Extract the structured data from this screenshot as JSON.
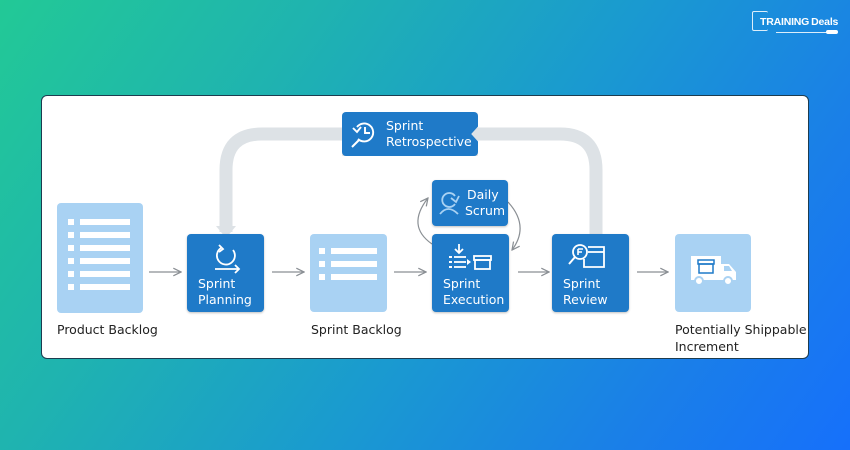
{
  "brand": {
    "logo_text_main": "TRAINING",
    "logo_text_accent": "Deals"
  },
  "colors": {
    "background_start": "#22c996",
    "background_end": "#1670fb",
    "node_dark": "#1f7ac8",
    "node_light": "#a9d2f3",
    "loop_track": "#dde2e6",
    "arrow": "#8a8f94"
  },
  "diagram": {
    "title": "Scrum Framework Flow",
    "nodes": {
      "product_backlog": {
        "label": "Product Backlog",
        "icon": "list-icon"
      },
      "sprint_planning": {
        "line1": "Sprint",
        "line2": "Planning",
        "icon": "cycle-arrow-icon"
      },
      "sprint_backlog": {
        "label": "Sprint Backlog",
        "icon": "list-icon"
      },
      "sprint_execution": {
        "line1": "Sprint",
        "line2": "Execution",
        "icon": "list-to-box-icon"
      },
      "daily_scrum": {
        "line1": "Daily",
        "line2": "Scrum",
        "icon": "person-refresh-icon"
      },
      "sprint_review": {
        "line1": "Sprint",
        "line2": "Review",
        "icon": "magnifier-box-icon"
      },
      "sprint_retrospective": {
        "line1": "Sprint",
        "line2": "Retrospective",
        "icon": "history-search-icon"
      },
      "increment": {
        "line1": "Potentially Shippable",
        "line2": "Increment",
        "icon": "delivery-truck-icon"
      }
    },
    "edges": [
      {
        "from": "Product Backlog",
        "to": "Sprint Planning"
      },
      {
        "from": "Sprint Planning",
        "to": "Sprint Backlog"
      },
      {
        "from": "Sprint Backlog",
        "to": "Sprint Execution"
      },
      {
        "from": "Sprint Execution",
        "to": "Daily Scrum"
      },
      {
        "from": "Daily Scrum",
        "to": "Sprint Execution"
      },
      {
        "from": "Sprint Execution",
        "to": "Sprint Review"
      },
      {
        "from": "Sprint Review",
        "to": "Sprint Retrospective"
      },
      {
        "from": "Sprint Retrospective",
        "to": "Sprint Planning"
      },
      {
        "from": "Sprint Review",
        "to": "Potentially Shippable Increment"
      }
    ]
  }
}
